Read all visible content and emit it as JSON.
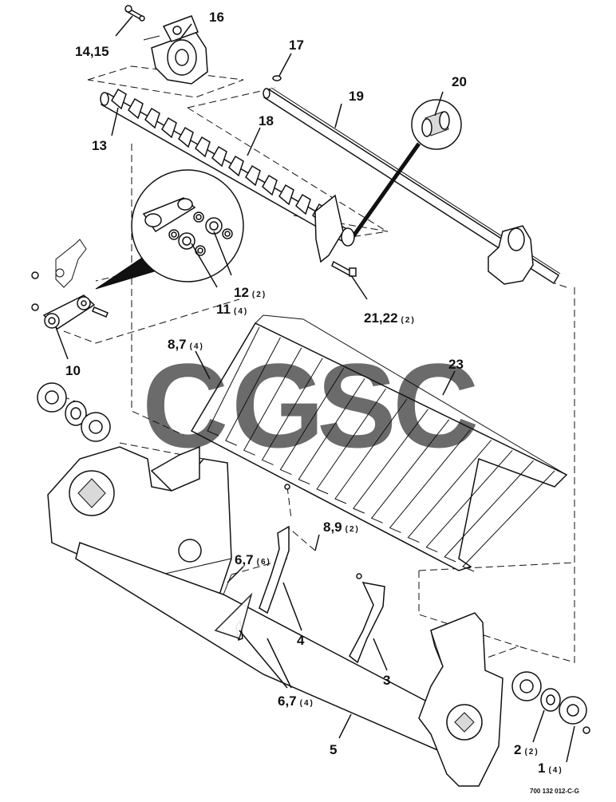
{
  "figure_code": "700 132 012-C-G",
  "watermark": {
    "letters": [
      {
        "char": "C",
        "color": "#4f8ff7"
      },
      {
        "char": "G",
        "color": "#ef6a60"
      },
      {
        "char": "S",
        "color": "#f4c93c"
      },
      {
        "char": "C",
        "color": "#3cb371"
      }
    ]
  },
  "callouts": [
    {
      "id": "c16",
      "number": "16",
      "qty": ""
    },
    {
      "id": "c1415",
      "number": "14,15",
      "qty": ""
    },
    {
      "id": "c17",
      "number": "17",
      "qty": ""
    },
    {
      "id": "c20",
      "number": "20",
      "qty": ""
    },
    {
      "id": "c19",
      "number": "19",
      "qty": ""
    },
    {
      "id": "c18",
      "number": "18",
      "qty": ""
    },
    {
      "id": "c13",
      "number": "13",
      "qty": ""
    },
    {
      "id": "c12",
      "number": "12",
      "qty": "(2)"
    },
    {
      "id": "c11",
      "number": "11",
      "qty": "(4)"
    },
    {
      "id": "c2122",
      "number": "21,22",
      "qty": "(2)"
    },
    {
      "id": "c10",
      "number": "10",
      "qty": ""
    },
    {
      "id": "c87a",
      "number": "8,7",
      "qty": "(4)"
    },
    {
      "id": "c23",
      "number": "23",
      "qty": ""
    },
    {
      "id": "c89",
      "number": "8,9",
      "qty": "(2)"
    },
    {
      "id": "c67a",
      "number": "6,7",
      "qty": "(6)"
    },
    {
      "id": "c4",
      "number": "4",
      "qty": ""
    },
    {
      "id": "c3",
      "number": "3",
      "qty": ""
    },
    {
      "id": "c67b",
      "number": "6,7",
      "qty": "(4)"
    },
    {
      "id": "c5",
      "number": "5",
      "qty": ""
    },
    {
      "id": "c2",
      "number": "2",
      "qty": "(2)"
    },
    {
      "id": "c1",
      "number": "1",
      "qty": "(4)"
    }
  ]
}
